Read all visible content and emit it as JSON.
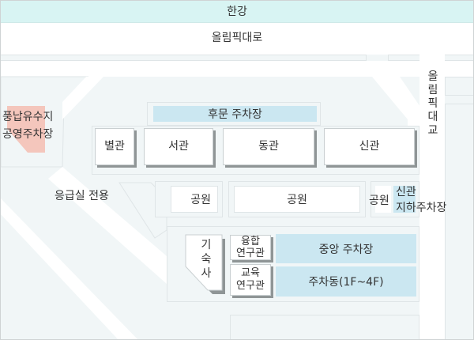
{
  "map": {
    "river": "한강",
    "main_road": "올림픽대로",
    "bridge_road": [
      "올",
      "림",
      "픽",
      "대",
      "교"
    ],
    "public_parking": [
      "풍납유수지",
      "공영주차장"
    ],
    "emergency": "응급실 전용",
    "back_gate_parking": "후문 주차장",
    "buildings": {
      "annex": "별관",
      "west": "서관",
      "east": "동관",
      "new": "신관",
      "dorm": [
        "기",
        "숙",
        "사"
      ],
      "convergence": [
        "융합",
        "연구관"
      ],
      "education": [
        "교육",
        "연구관"
      ]
    },
    "parks": [
      "공원",
      "공원",
      "공원"
    ],
    "new_underground_parking": [
      "신관",
      "지하주차장"
    ],
    "central_parking": "중앙 주차장",
    "parking_building": "주차동(1F~4F)"
  },
  "colors": {
    "river": "#d8f4f3",
    "parking": "#cbe7f1",
    "public_parking": "#f4c6bc",
    "ground": "#f1f6f7"
  }
}
